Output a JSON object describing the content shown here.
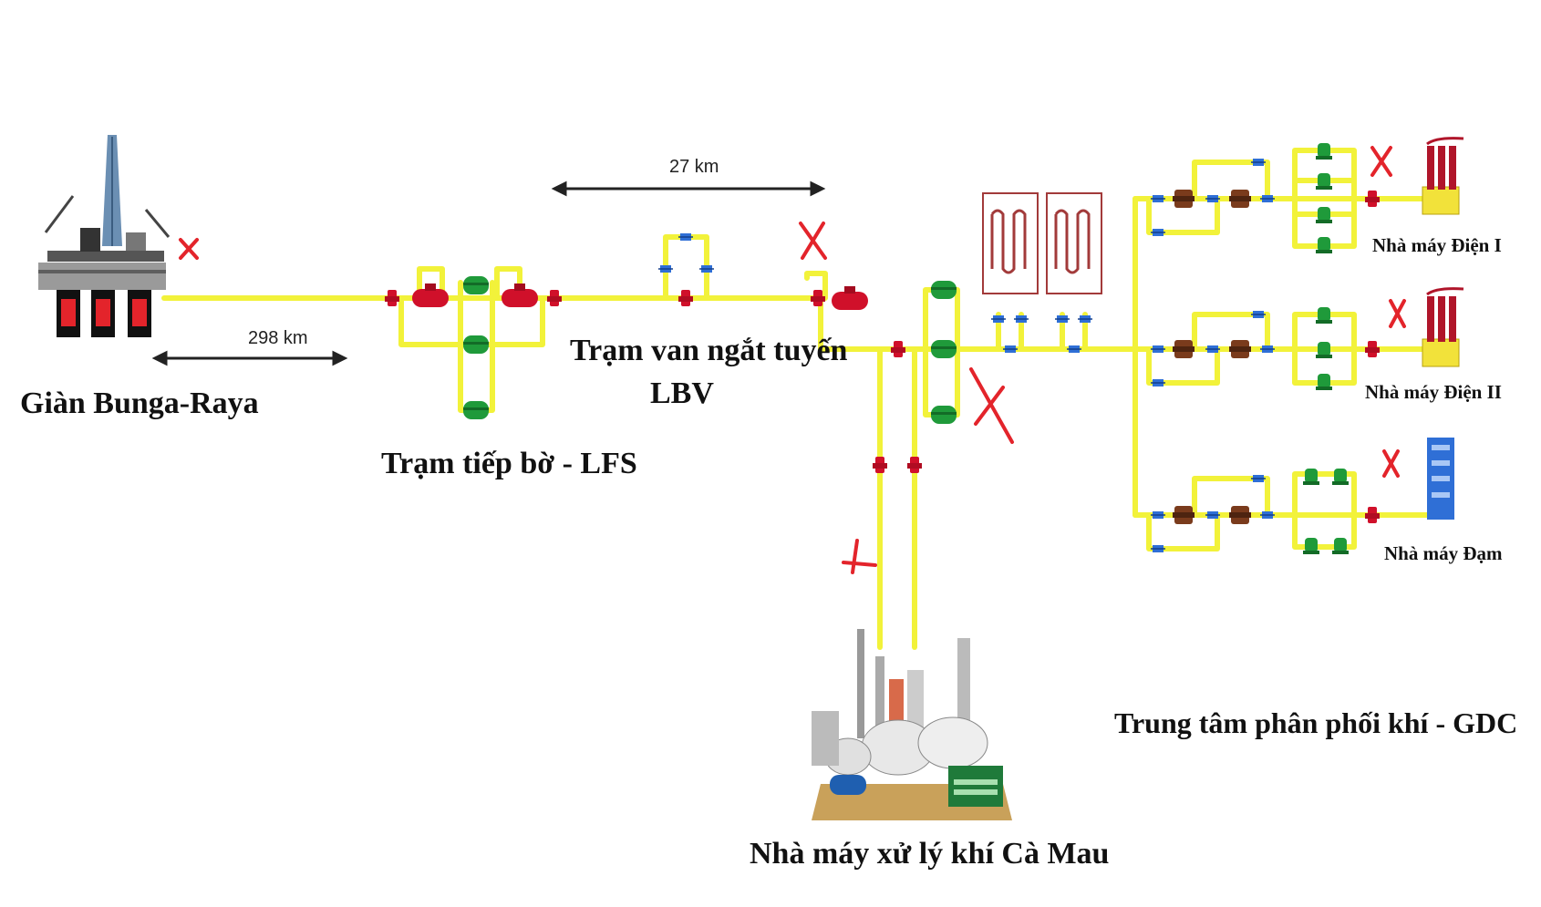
{
  "labels": {
    "platform": "Giàn Bunga-Raya",
    "lfs": "Trạm tiếp bờ - LFS",
    "lbv_line1": "Trạm van ngắt tuyến",
    "lbv_line2": "LBV",
    "gpp": "Nhà máy xử lý khí Cà Mau",
    "gdc": "Trung tâm phân phối khí - GDC",
    "power1": "Nhà máy Điện I",
    "power2": "Nhà máy Điện II",
    "fertilizer": "Nhà máy Đạm"
  },
  "distances": {
    "offshore": "298 km",
    "lbv": "27 km"
  },
  "colors": {
    "pipe": "#f2f23a",
    "pipe_edge": "#c9c91e",
    "valve_red": "#d0102a",
    "filter_green": "#1f9a3a",
    "heater_brown": "#7a3b1c",
    "meter_blue": "#2f6fd6",
    "cross_red": "#e3242b"
  },
  "icons": [
    "offshore-platform-icon",
    "power-plant-icon",
    "fertilizer-plant-icon",
    "gas-processing-plant-icon",
    "heater-icon",
    "valve-icon",
    "filter-icon",
    "cross-mark-icon"
  ]
}
